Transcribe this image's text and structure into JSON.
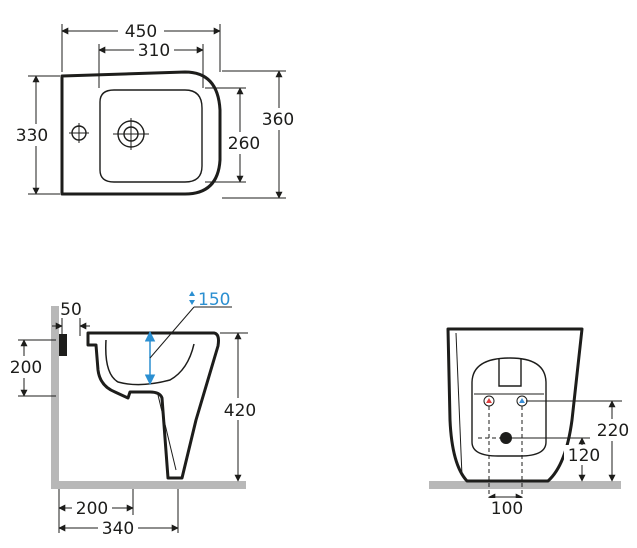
{
  "top_view": {
    "width_outer": "450",
    "width_inner": "310",
    "depth_left": "330",
    "depth_total": "360",
    "bowl_depth": "260"
  },
  "side_view": {
    "wall_offset": "50",
    "inlet_height": "200",
    "water_level": "150",
    "height": "420",
    "base_offset": "200",
    "projection": "340"
  },
  "front_view": {
    "tap_height": "220",
    "drain_height": "120",
    "spacing": "100"
  },
  "colors": {
    "line": "#1d1d1b",
    "accent_blue": "#2b8fd1",
    "hot_red": "#e04040",
    "cold_blue": "#3a8fd8",
    "floor": "#b8b8b8"
  }
}
